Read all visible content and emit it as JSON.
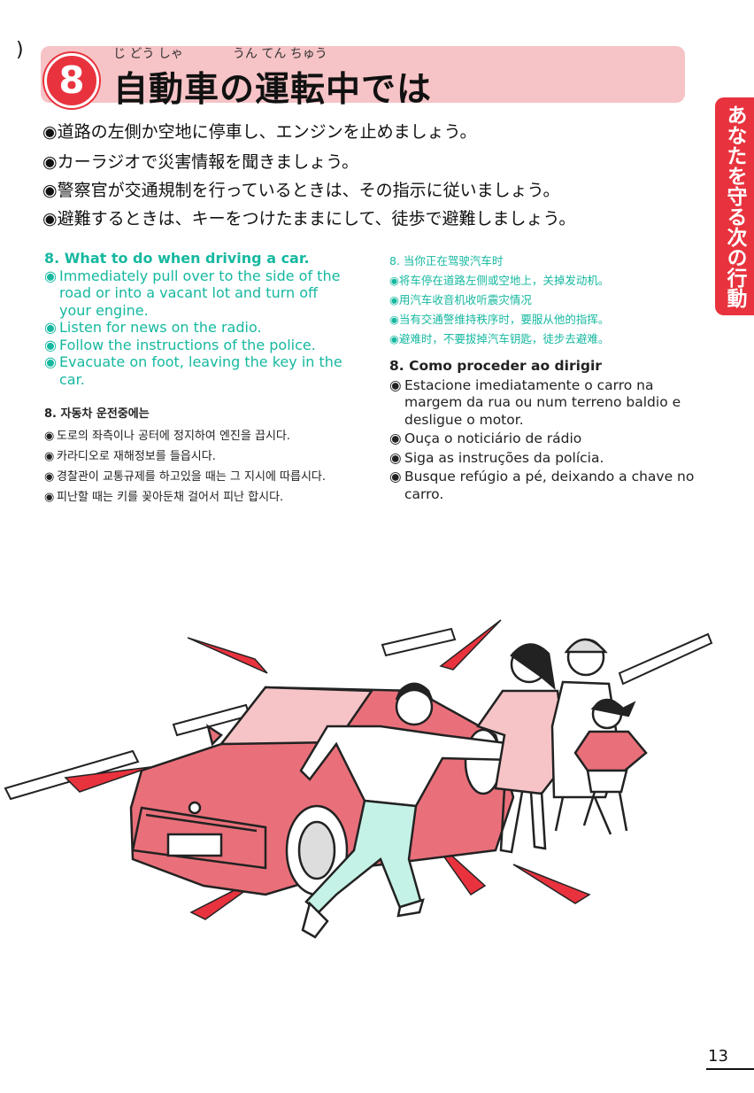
{
  "header": {
    "number": "8",
    "ruby": "じ どう しゃ　　　　うん てん ちゅう",
    "title": "自動車の運転中では"
  },
  "side_tab": {
    "label": "あなたを守る次の行動"
  },
  "japanese": {
    "items": [
      "道路の左側か空地に停車し、エンジンを止めましょう。",
      "カーラジオで災害情報を聞きましょう。",
      "警察官が交通規制を行っているときは、その指示に従いましょう。",
      "避難するときは、キーをつけたままにして、徒歩で避難しましょう。"
    ]
  },
  "english": {
    "heading": "8. What to do when driving a car.",
    "items": [
      "Immediately pull over to the side of the road or into a vacant lot and turn off your engine.",
      "Listen for news on the radio.",
      "Follow the instructions of the police.",
      "Evacuate on foot, leaving the key in the car."
    ]
  },
  "chinese": {
    "heading": "8. 当你正在驾驶汽车时",
    "items": [
      "将车停在道路左侧或空地上，关掉发动机。",
      "用汽车收音机收听震灾情况",
      "当有交通警维持秩序时，要服从他的指挥。",
      "避难时，不要拔掉汽车钥匙，徒步去避难。"
    ]
  },
  "korean": {
    "heading": "8. 자동차 운전중에는",
    "items": [
      "도로의 좌측이나 공터에 정지하여 엔진을 끕시다.",
      "카라디오로 재해정보를 들읍시다.",
      "경찰관이 교통규제를 하고있을 때는 그 지시에 따릅시다.",
      "피난할 때는 키를 꽂아둔채 걸어서 피난 합시다."
    ]
  },
  "portuguese": {
    "heading": "8. Como proceder ao dirigir",
    "items": [
      "Estacione imediatamente o carro na margem da rua ou num terreno baldio e desligue o motor.",
      "Ouça o noticiário de rádio",
      "Siga as instruções da polícia.",
      "Busque refúgio a pé, deixando a chave no carro."
    ]
  },
  "bullet": "◉",
  "page_number": "13",
  "colors": {
    "accent": "#e8333e",
    "band": "#f6c3c6",
    "teal": "#16b8a0",
    "car": "#e9707a"
  }
}
